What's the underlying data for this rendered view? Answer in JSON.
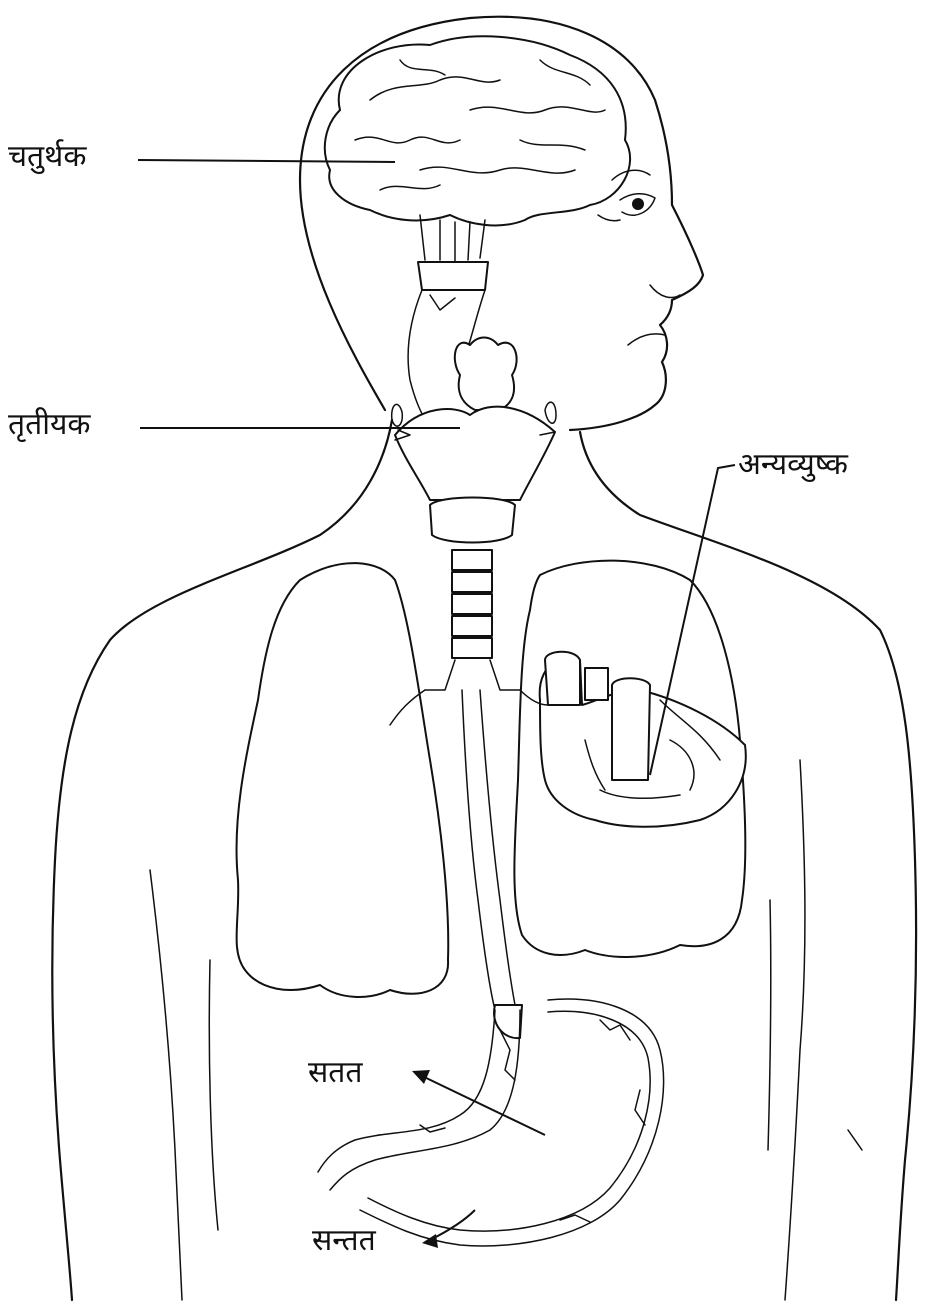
{
  "labels": {
    "brain": "चतुर्थक",
    "thyroid": "तृतीयक",
    "heart": "अन्यव्युष्क",
    "stomach_inner": "सतत",
    "stomach_outer": "सन्तत"
  },
  "colors": {
    "ink": "#111111",
    "paper": "#ffffff"
  }
}
